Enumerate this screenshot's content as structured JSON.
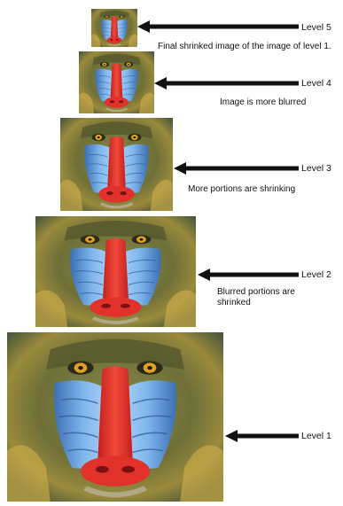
{
  "diagram": {
    "levels": [
      {
        "label": "Level 5",
        "caption": "Final shrinked image of the image of level 1."
      },
      {
        "label": "Level 4",
        "caption": "Image is more blurred"
      },
      {
        "label": "Level 3",
        "caption": "More portions are shrinking"
      },
      {
        "label": "Level 2",
        "caption": "Blurred portions are shrinked"
      },
      {
        "label": "Level 1",
        "caption": ""
      }
    ],
    "image_subject": "mandrill-face",
    "colors": {
      "fur": "#7a7a3a",
      "cheek": "#6fa6e0",
      "nose": "#e2302a",
      "eye": "#e0a020",
      "arrow": "#111111"
    }
  }
}
